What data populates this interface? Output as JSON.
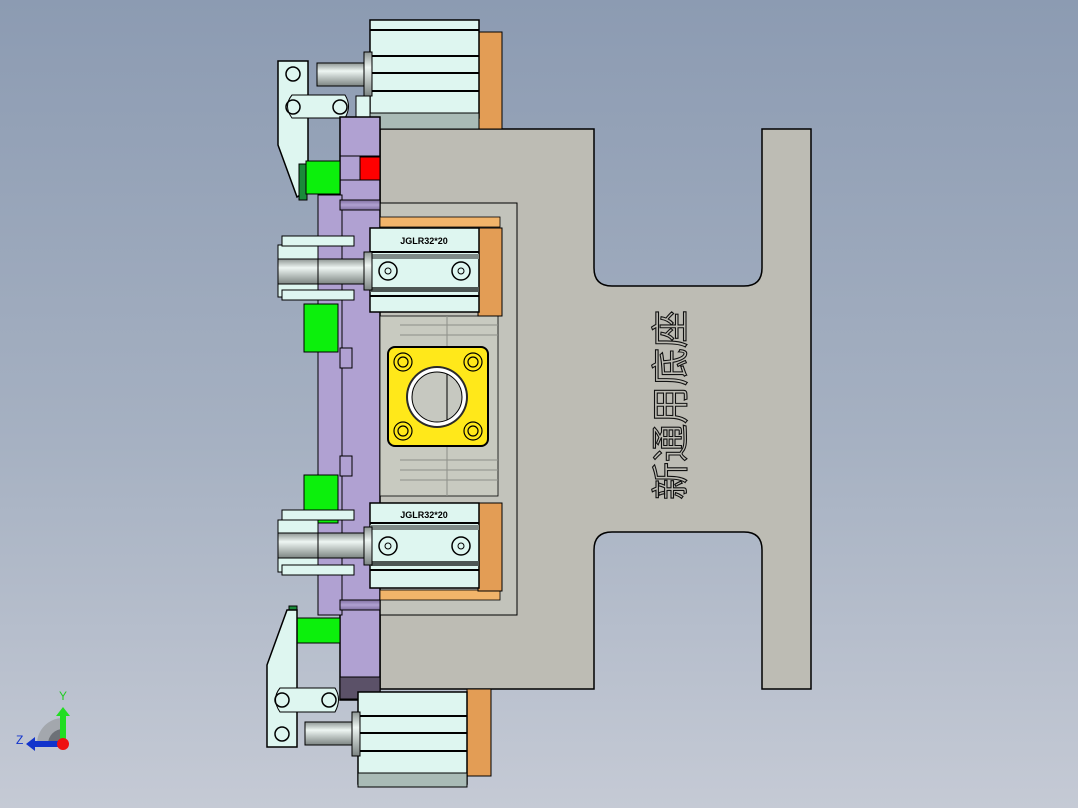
{
  "viewport": {
    "background_top": "#8c9bb2",
    "background_bottom": "#c5cad5"
  },
  "base_plate": {
    "label": "新通用底座",
    "color": "#bdbcb4"
  },
  "cylinders": [
    {
      "label": "JGLR32*20",
      "position": "upper"
    },
    {
      "label": "JGLR32*20",
      "position": "lower"
    }
  ],
  "colors": {
    "fixture_body": "#b0a1d2",
    "cylinder_body": "#def6f0",
    "mount_block": "#e39d55",
    "locator": "#ffe81a",
    "clamp_pad": "#0cf00c",
    "stop_block": "#ff0000",
    "outline": "#000000"
  },
  "triad": {
    "y_label": "Y",
    "z_label": "Z",
    "y_color": "#22dd22",
    "z_color": "#1133cc",
    "origin_color": "#ee1111"
  }
}
